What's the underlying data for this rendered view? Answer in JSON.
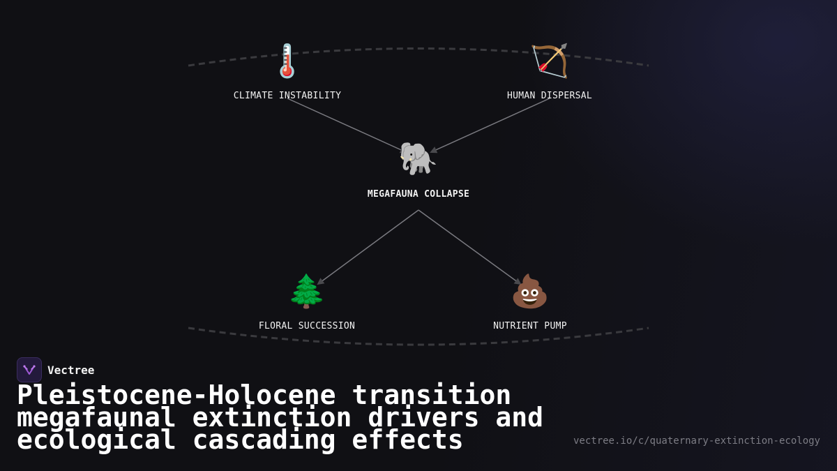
{
  "diagram": {
    "nodes": [
      {
        "id": "climate",
        "label": "CLIMATE INSTABILITY",
        "icon": "thermometer-icon",
        "glyph": "🌡️"
      },
      {
        "id": "human",
        "label": "HUMAN DISPERSAL",
        "icon": "bow-and-arrow-icon",
        "glyph": "🏹"
      },
      {
        "id": "megafauna",
        "label": "MEGAFAUNA COLLAPSE",
        "icon": "elephant-icon",
        "glyph": "🐘"
      },
      {
        "id": "floral",
        "label": "FLORAL SUCCESSION",
        "icon": "evergreen-tree-icon",
        "glyph": "🌲"
      },
      {
        "id": "nutrient",
        "label": "NUTRIENT PUMP",
        "icon": "poop-icon",
        "glyph": "💩"
      }
    ],
    "edges": [
      {
        "from": "climate",
        "to": "megafauna"
      },
      {
        "from": "human",
        "to": "megafauna"
      },
      {
        "from": "megafauna",
        "to": "floral"
      },
      {
        "from": "megafauna",
        "to": "nutrient"
      }
    ]
  },
  "brand": {
    "name": "Vectree"
  },
  "title": "Pleistocene-Holocene transition megafaunal extinction drivers and ecological cascading effects",
  "url": "vectree.io/c/quaternary-extinction-ecology",
  "colors": {
    "background": "#101014",
    "edge": "#7a7a80",
    "dashed_arc": "#3a3a3e",
    "logo_accent": "#a05ad8"
  }
}
